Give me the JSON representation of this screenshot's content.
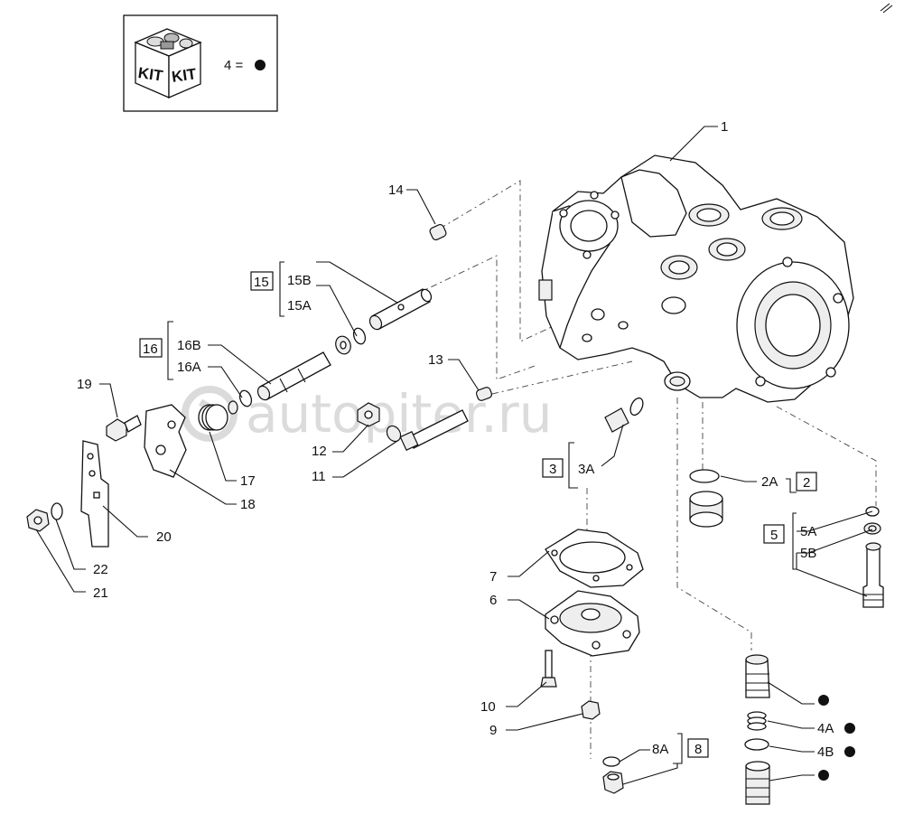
{
  "kit": {
    "word_left": "KIT",
    "word_right": "KIT",
    "legend": "4 ="
  },
  "watermark": "autopiter.ru",
  "labels": {
    "l1": "1",
    "l14": "14",
    "l15": "15",
    "l15B": "15B",
    "l15A": "15A",
    "l16": "16",
    "l16B": "16B",
    "l16A": "16A",
    "l13": "13",
    "l19": "19",
    "l12": "12",
    "l11": "11",
    "l17": "17",
    "l18": "18",
    "l20": "20",
    "l22": "22",
    "l21": "21",
    "l3": "3",
    "l3A": "3A",
    "l2A": "2A",
    "l2": "2",
    "l5": "5",
    "l5A": "5A",
    "l5B": "5B",
    "l7": "7",
    "l6": "6",
    "l10": "10",
    "l9": "9",
    "l8A": "8A",
    "l8": "8",
    "l4A": "4A",
    "l4B": "4B"
  }
}
